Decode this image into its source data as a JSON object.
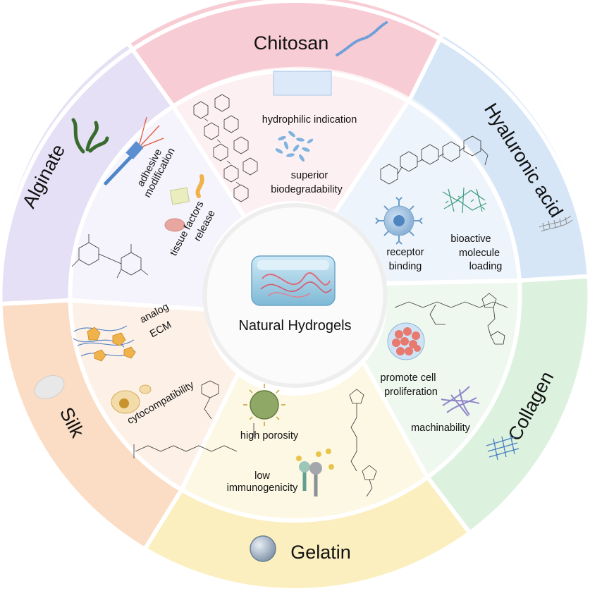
{
  "center": {
    "title": "Natural Hydrogels"
  },
  "segments": [
    {
      "name": "Chitosan",
      "color": "#f8ccd5",
      "properties": [
        "hydrophilic indication",
        "superior",
        "biodegradability"
      ]
    },
    {
      "name": "Hyaluronic acid",
      "color": "#d6e6f7",
      "properties": [
        "receptor",
        "binding",
        "bioactive",
        "molecule",
        "loading"
      ]
    },
    {
      "name": "Collagen",
      "color": "#dcf2df",
      "properties": [
        "promote cell",
        "proliferation",
        "machinability"
      ]
    },
    {
      "name": "Gelatin",
      "color": "#fbefbf",
      "properties": [
        "high porosity",
        "low",
        "immunogenicity"
      ]
    },
    {
      "name": "Silk",
      "color": "#fbdcc4",
      "properties": [
        "analog",
        "ECM",
        "cytocompatibility"
      ]
    },
    {
      "name": "Alginate",
      "color": "#e5e0f5",
      "properties": [
        "adhesive",
        "modification",
        "tissue factors",
        "release"
      ]
    }
  ]
}
